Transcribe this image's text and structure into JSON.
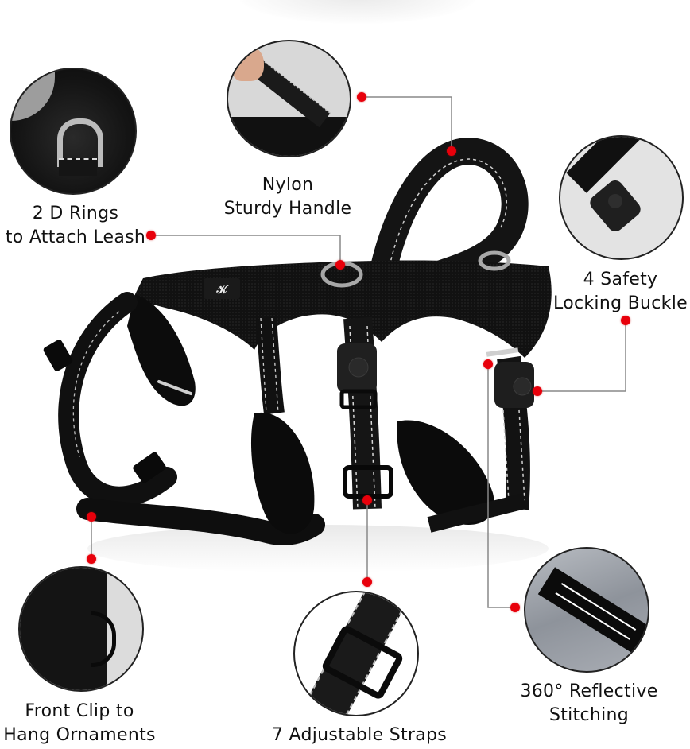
{
  "infographic": {
    "subject": "Dog harness",
    "colors": {
      "callout_dot": "#e8000b",
      "callout_line": "#888888",
      "harness_black": "#0d0d0d",
      "reflective_stitch": "#d9d9d9",
      "bubble_border": "#222222"
    },
    "callouts": [
      {
        "id": "d-rings",
        "lines": [
          "2 D Rings",
          "to Attach Leash"
        ]
      },
      {
        "id": "handle",
        "lines": [
          "Nylon",
          "Sturdy Handle"
        ]
      },
      {
        "id": "buckle",
        "lines": [
          "4 Safety",
          "Locking Buckle"
        ]
      },
      {
        "id": "front-clip",
        "lines": [
          "Front Clip to",
          "Hang Ornaments"
        ]
      },
      {
        "id": "straps",
        "lines": [
          "7 Adjustable Straps"
        ]
      },
      {
        "id": "reflective",
        "lines": [
          "360° Reflective",
          "Stitching"
        ]
      }
    ]
  }
}
